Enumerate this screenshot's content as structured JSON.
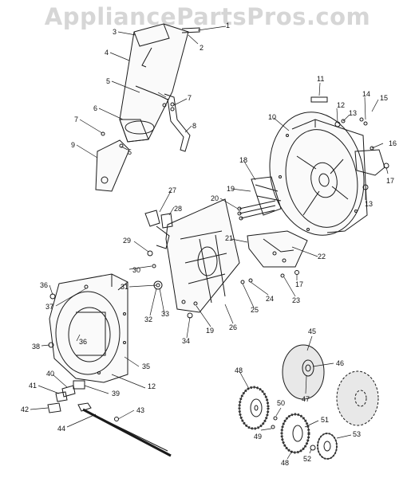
{
  "watermark": "AppliancePartsPros.com",
  "callouts": [
    "1",
    "2",
    "3",
    "4",
    "5",
    "5",
    "6",
    "7",
    "7",
    "8",
    "9",
    "10",
    "11",
    "12",
    "12",
    "13",
    "13",
    "14",
    "15",
    "16",
    "17",
    "17",
    "18",
    "19",
    "19",
    "20",
    "21",
    "22",
    "23",
    "24",
    "25",
    "26",
    "27",
    "28",
    "29",
    "30",
    "31",
    "32",
    "33",
    "34",
    "35",
    "36",
    "36",
    "37",
    "38",
    "39",
    "40",
    "41",
    "42",
    "43",
    "44",
    "45",
    "46",
    "47",
    "48",
    "48",
    "49",
    "50",
    "51",
    "52",
    "53"
  ],
  "colors": {
    "line": "#1a1a1a",
    "watermark": "#d6d6d6",
    "tire": "#e8e8e8",
    "tread": "#333333"
  }
}
